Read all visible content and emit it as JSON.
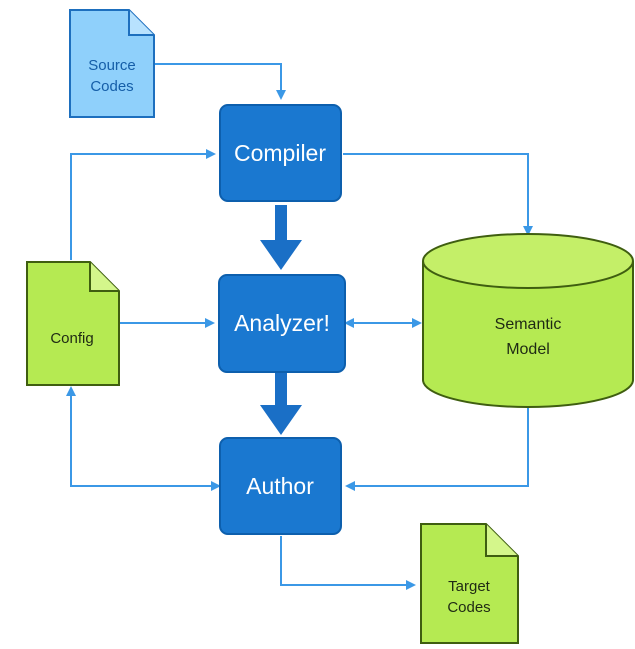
{
  "diagram": {
    "nodes": {
      "source_codes": {
        "label_line1": "Source",
        "label_line2": "Codes",
        "shape": "document"
      },
      "compiler": {
        "label": "Compiler",
        "shape": "box"
      },
      "analyzer": {
        "label": "Analyzer!",
        "shape": "box"
      },
      "author": {
        "label": "Author",
        "shape": "box"
      },
      "config": {
        "label": "Config",
        "shape": "document"
      },
      "semantic_model": {
        "label_line1": "Semantic",
        "label_line2": "Model",
        "shape": "database"
      },
      "target_codes": {
        "label_line1": "Target",
        "label_line2": "Codes",
        "shape": "document"
      }
    },
    "colors": {
      "box_fill": "#1a78d0",
      "box_border": "#0d5fad",
      "line": "#3b98e6",
      "thick_arrow": "#1a6fc6",
      "source_fill": "#8fd0fb",
      "source_border": "#1d6fbe",
      "source_text": "#155ea8",
      "green_fill": "#b5ea52",
      "green_border": "#3f5e10",
      "green_text": "#1f2a14"
    },
    "edges": [
      {
        "from": "source_codes",
        "to": "compiler"
      },
      {
        "from": "config",
        "to": "compiler"
      },
      {
        "from": "config",
        "to": "analyzer"
      },
      {
        "from": "author",
        "to": "config"
      },
      {
        "from": "compiler",
        "to": "semantic_model"
      },
      {
        "from": "compiler",
        "to": "analyzer",
        "style": "thick"
      },
      {
        "from": "analyzer",
        "to": "author",
        "style": "thick"
      },
      {
        "from": "analyzer",
        "to": "semantic_model",
        "style": "bidirectional"
      },
      {
        "from": "semantic_model",
        "to": "author"
      },
      {
        "from": "author",
        "to": "target_codes"
      }
    ]
  }
}
